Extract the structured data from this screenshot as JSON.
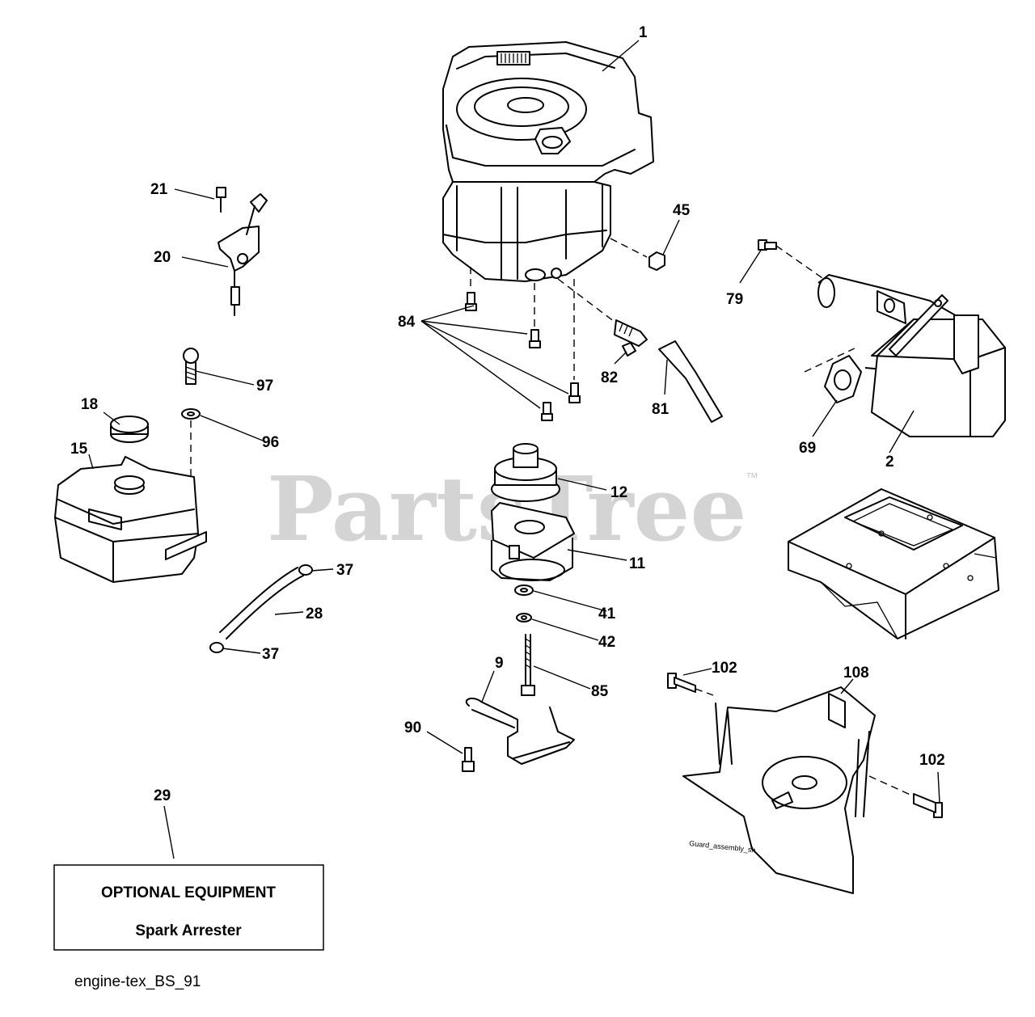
{
  "watermark": {
    "text": "PartsTree",
    "trademark": "™"
  },
  "callouts": {
    "c1": "1",
    "c2": "2",
    "c9": "9",
    "c11": "11",
    "c12": "12",
    "c15": "15",
    "c18": "18",
    "c20": "20",
    "c21": "21",
    "c28": "28",
    "c29": "29",
    "c37a": "37",
    "c37b": "37",
    "c41": "41",
    "c42": "42",
    "c45": "45",
    "c69": "69",
    "c79": "79",
    "c81": "81",
    "c82": "82",
    "c84": "84",
    "c85": "85",
    "c90": "90",
    "c96": "96",
    "c97": "97",
    "c102a": "102",
    "c102b": "102",
    "c108": "108"
  },
  "optional_box": {
    "title": "OPTIONAL EQUIPMENT",
    "item": "Spark Arrester"
  },
  "shield_stamp": "Guard_assembly_sh",
  "reference_code": "engine-tex_BS_91"
}
